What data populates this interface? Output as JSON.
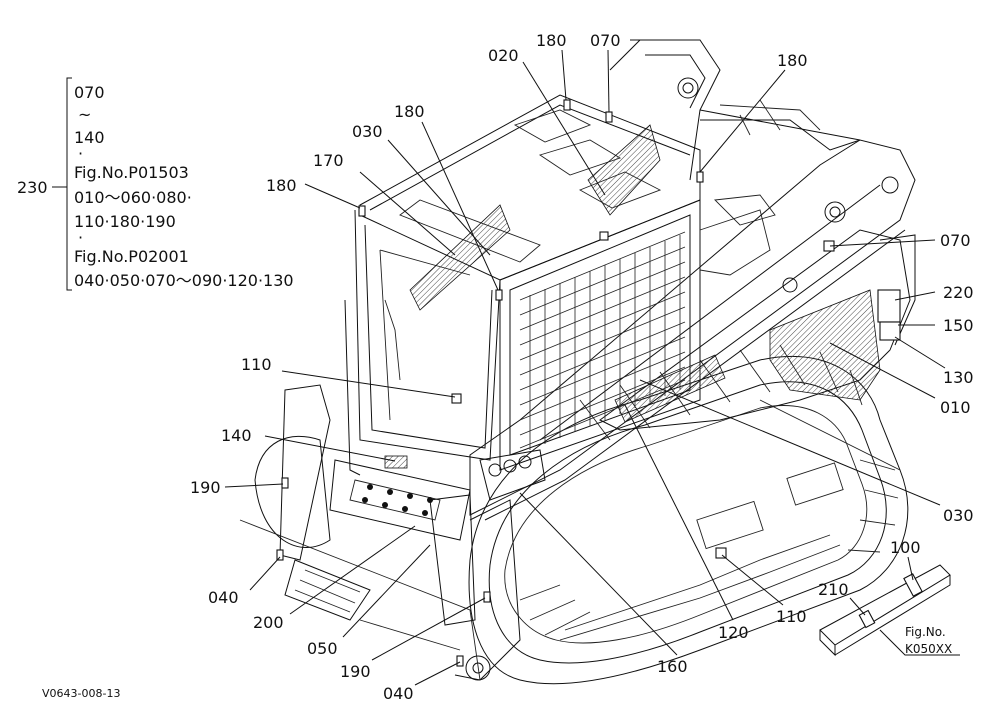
{
  "diagram": {
    "footer_code": "V0643-008-13",
    "group_note": {
      "number": "230",
      "lines": [
        "070",
        "~",
        "140",
        "·",
        "Fig.No.P01503",
        "010～060·080·",
        "110·180·190",
        "·",
        "Fig.No.P02001",
        "040·050·070～090·120·130"
      ]
    },
    "callouts": [
      {
        "id": "c020",
        "text": "020"
      },
      {
        "id": "c180a",
        "text": "180"
      },
      {
        "id": "c070a",
        "text": "070"
      },
      {
        "id": "c180b",
        "text": "180"
      },
      {
        "id": "c030a",
        "text": "030"
      },
      {
        "id": "c180c",
        "text": "180"
      },
      {
        "id": "c170",
        "text": "170"
      },
      {
        "id": "c180d",
        "text": "180"
      },
      {
        "id": "c070b",
        "text": "070"
      },
      {
        "id": "c220",
        "text": "220"
      },
      {
        "id": "c150",
        "text": "150"
      },
      {
        "id": "c130",
        "text": "130"
      },
      {
        "id": "c010",
        "text": "010"
      },
      {
        "id": "c110a",
        "text": "110"
      },
      {
        "id": "c140",
        "text": "140"
      },
      {
        "id": "c190a",
        "text": "190"
      },
      {
        "id": "c030b",
        "text": "030"
      },
      {
        "id": "c040a",
        "text": "040"
      },
      {
        "id": "c200",
        "text": "200"
      },
      {
        "id": "c050",
        "text": "050"
      },
      {
        "id": "c190b",
        "text": "190"
      },
      {
        "id": "c040b",
        "text": "040"
      },
      {
        "id": "c160",
        "text": "160"
      },
      {
        "id": "c120",
        "text": "120"
      },
      {
        "id": "c110b",
        "text": "110"
      },
      {
        "id": "c100",
        "text": "100"
      },
      {
        "id": "c210",
        "text": "210"
      }
    ],
    "inset": {
      "fig_label": "Fig.No.",
      "fig_code": "K050XX"
    }
  }
}
